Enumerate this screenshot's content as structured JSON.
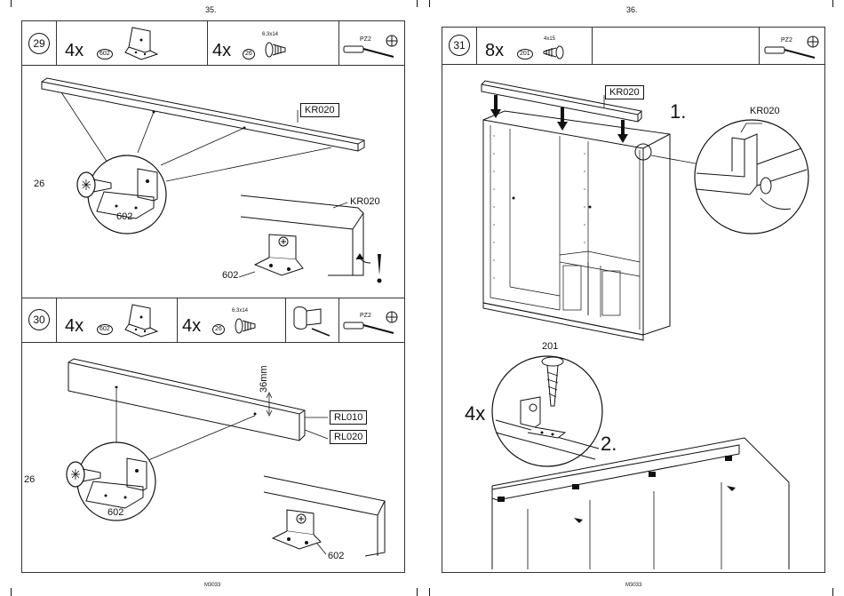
{
  "left_page": {
    "page_number": "35.",
    "footer": "M3033",
    "step29": {
      "number": "29",
      "items": [
        {
          "qty": "4x",
          "part": "602"
        },
        {
          "qty": "4x",
          "part": "26",
          "spec": "6.3x14"
        }
      ],
      "tool": "PZ2",
      "labels": {
        "kr020_top": "KR020",
        "kr020_side": "KR020",
        "part26": "26",
        "part602_detail": "602",
        "part602_main": "602"
      }
    },
    "step30": {
      "number": "30",
      "items": [
        {
          "qty": "4x",
          "part": "602"
        },
        {
          "qty": "4x",
          "part": "26",
          "spec": "6.3x14"
        }
      ],
      "tool": "PZ2",
      "labels": {
        "measurement": "36mm",
        "rl010": "RL010",
        "rl020": "RL020",
        "part26": "26",
        "part602_detail": "602",
        "part602_main": "602"
      }
    }
  },
  "right_page": {
    "page_number": "36.",
    "footer": "M3033",
    "step31": {
      "number": "31",
      "items": [
        {
          "qty": "8x",
          "part": "201",
          "spec": "4x15"
        }
      ],
      "tool": "PZ2",
      "labels": {
        "kr020_main": "KR020",
        "kr020_detail": "KR020",
        "step1": "1.",
        "step2": "2.",
        "part201": "201",
        "qty_detail": "4x"
      }
    }
  }
}
